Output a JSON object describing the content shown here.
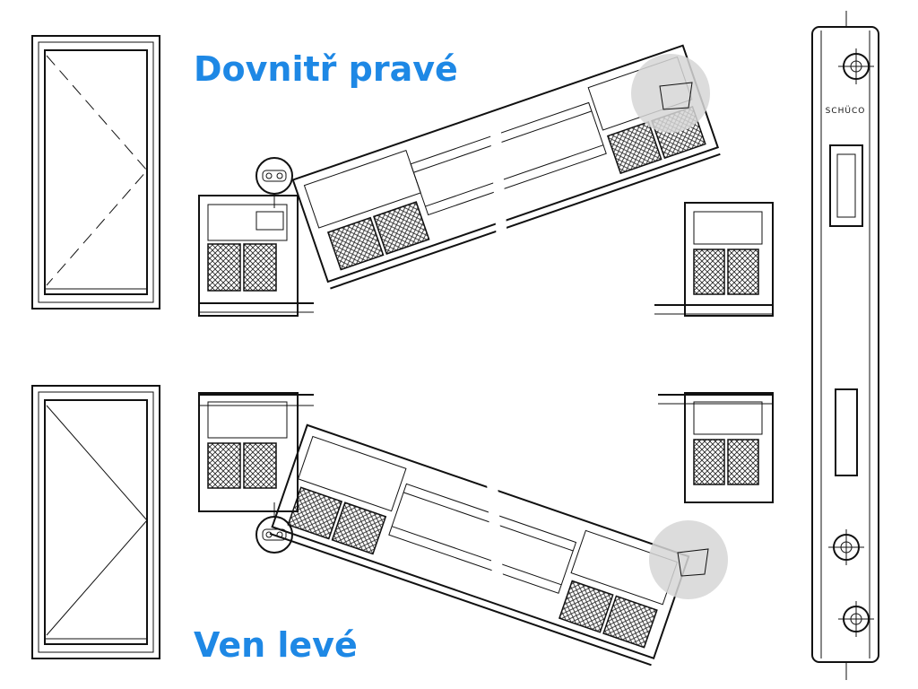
{
  "labels": {
    "inward_right": "Dovnitř pravé",
    "outward_left": "Ven levé"
  },
  "lock": {
    "brand_text": "SCHÜCO"
  },
  "colors": {
    "title": "#1e88e5",
    "line": "#111111",
    "highlight": "#d6d6d6"
  },
  "icons": {
    "door_inward": "door-elevation-inward-icon",
    "door_outward": "door-elevation-outward-icon",
    "hinge": "hinge-detail-icon",
    "lock": "lock-faceplate-icon"
  }
}
